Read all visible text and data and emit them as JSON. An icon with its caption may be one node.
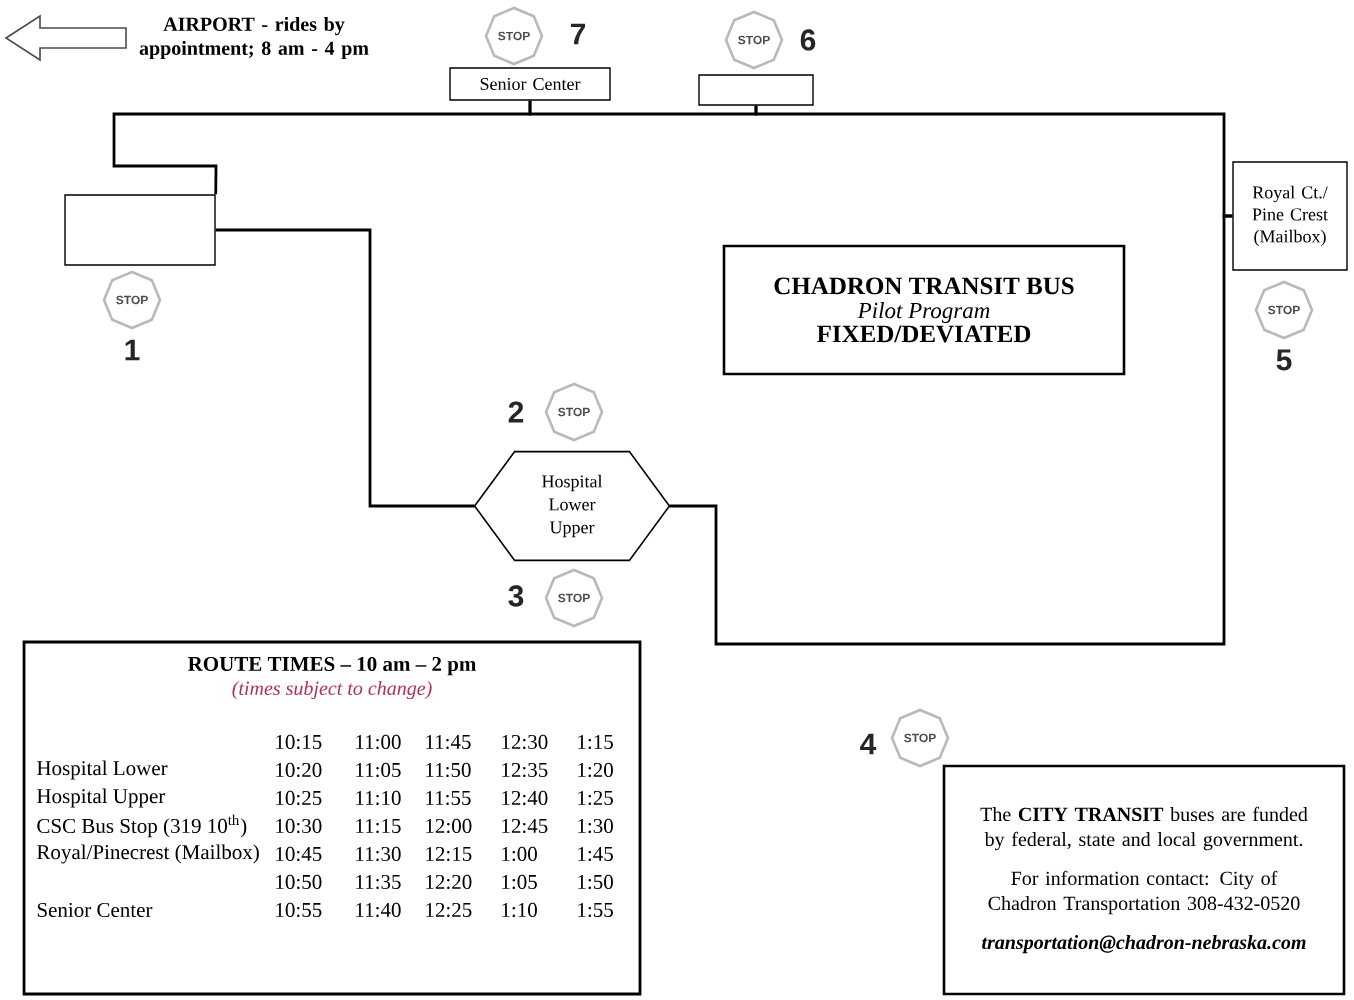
{
  "diagram": {
    "nodes": [
      {
        "text": [],
        "shape": "box"
      },
      {
        "text": [
          "Senior Center"
        ]
      },
      {
        "text": [],
        "shape": "box"
      },
      {
        "text": [
          "Royal Ct./ Pine Crest (Mailbox)"
        ]
      },
      {
        "text": [
          "Hospital Lower Upper"
        ]
      },
      {
        "text": [
          "CHADRON TRANSIT BUS",
          "Pilot Program",
          "FIXED/DEVIATED"
        ]
      },
      {
        "text": [
          "ROUTE TIMES – 10 am – 2 pm",
          "(times subject to change)"
        ]
      },
      {
        "text": [
          "The **CITY TRANSIT** buses are funded by federal, state and local government.",
          "For information contact: City of Chadron Transportation 308-432-0520",
          "transportation@chadron-nebraska.com"
        ]
      },
      {
        "text": [
          "STOP"
        ],
        "beside": [
          "1"
        ]
      },
      {
        "text": [
          "STOP"
        ],
        "beside": [
          "2"
        ]
      },
      {
        "text": [
          "STOP"
        ],
        "beside": [
          "3"
        ]
      },
      {
        "text": [
          "STOP"
        ],
        "beside": [
          "4"
        ]
      },
      {
        "text": [
          "STOP"
        ],
        "beside": [
          "5"
        ]
      },
      {
        "text": [
          "STOP"
        ],
        "beside": [
          "6"
        ]
      },
      {
        "text": [
          "STOP"
        ],
        "beside": [
          "7"
        ]
      }
    ],
    "edges": [
      {
        "from": 0,
        "to": 4,
        "arrow": "none"
      },
      {
        "from": 4,
        "to": 3,
        "arrow": "none"
      },
      {
        "from": 3,
        "to": 2,
        "arrow": "none"
      },
      {
        "from": 2,
        "to": 1,
        "arrow": "none"
      },
      {
        "from": 1,
        "to": 0,
        "arrow": "none"
      }
    ],
    "labels": [
      "AIRPORT - rides by appointment; 8 am - 4 pm",
      "10:15",
      "11:00",
      "11:45",
      "12:30",
      "1:15",
      "Hospital Lower",
      "10:20",
      "11:05",
      "11:50",
      "12:35",
      "1:20",
      "Hospital Upper",
      "10:25",
      "11:10",
      "11:55",
      "12:40",
      "1:25",
      "CSC Bus Stop (319 10$^{th}$)",
      "10:30",
      "11:15",
      "12:00",
      "12:45",
      "1:30",
      "Royal/Pinecrest (Mailbox)",
      "10:45",
      "11:30",
      "12:15",
      "1:00",
      "1:45",
      "10:50",
      "11:35",
      "12:20",
      "1:05",
      "1:50",
      "Senior Center",
      "10:55",
      "11:40",
      "12:25",
      "1:10",
      "1:55"
    ]
  }
}
